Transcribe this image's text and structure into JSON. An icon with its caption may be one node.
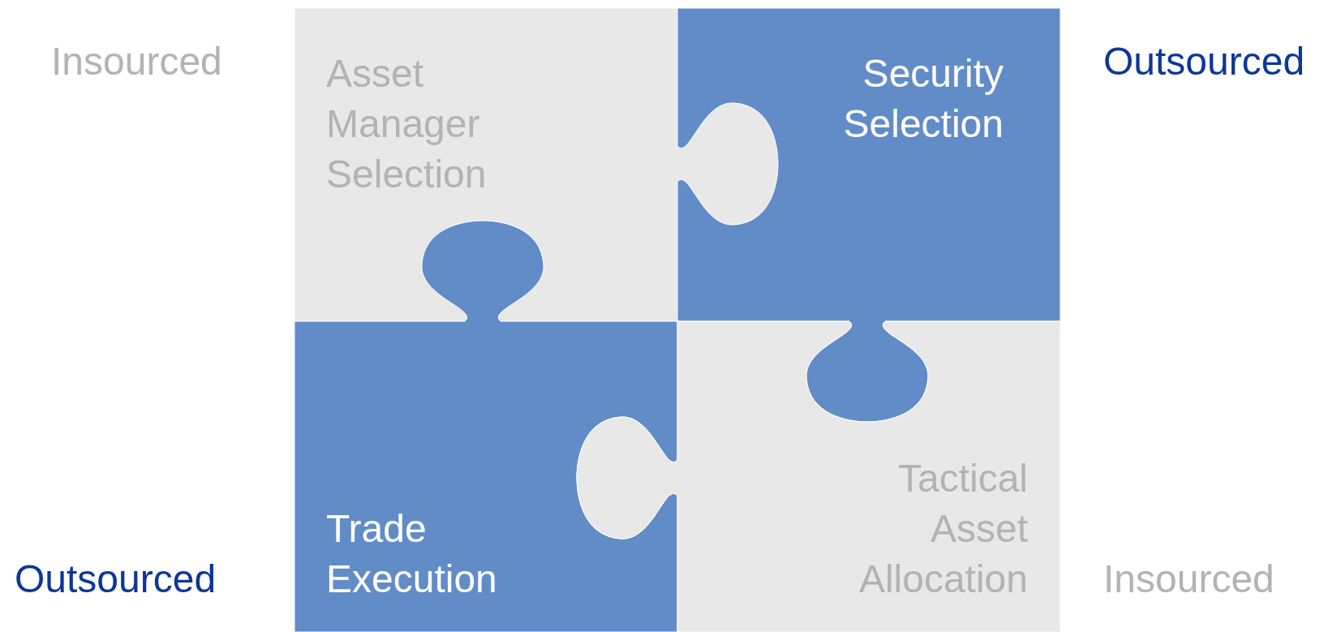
{
  "diagram": {
    "nodes": [
      {
        "text": [
          "Asset Manager Selection"
        ],
        "beside": [
          "Insourced"
        ]
      },
      {
        "text": [
          "Security Selection"
        ],
        "beside": [
          "Outsourced"
        ]
      },
      {
        "text": [
          "Trade Execution"
        ],
        "beside": [
          "Outsourced"
        ]
      },
      {
        "text": [
          "Tactical Asset Allocation"
        ],
        "beside": [
          "Insourced"
        ]
      }
    ]
  }
}
